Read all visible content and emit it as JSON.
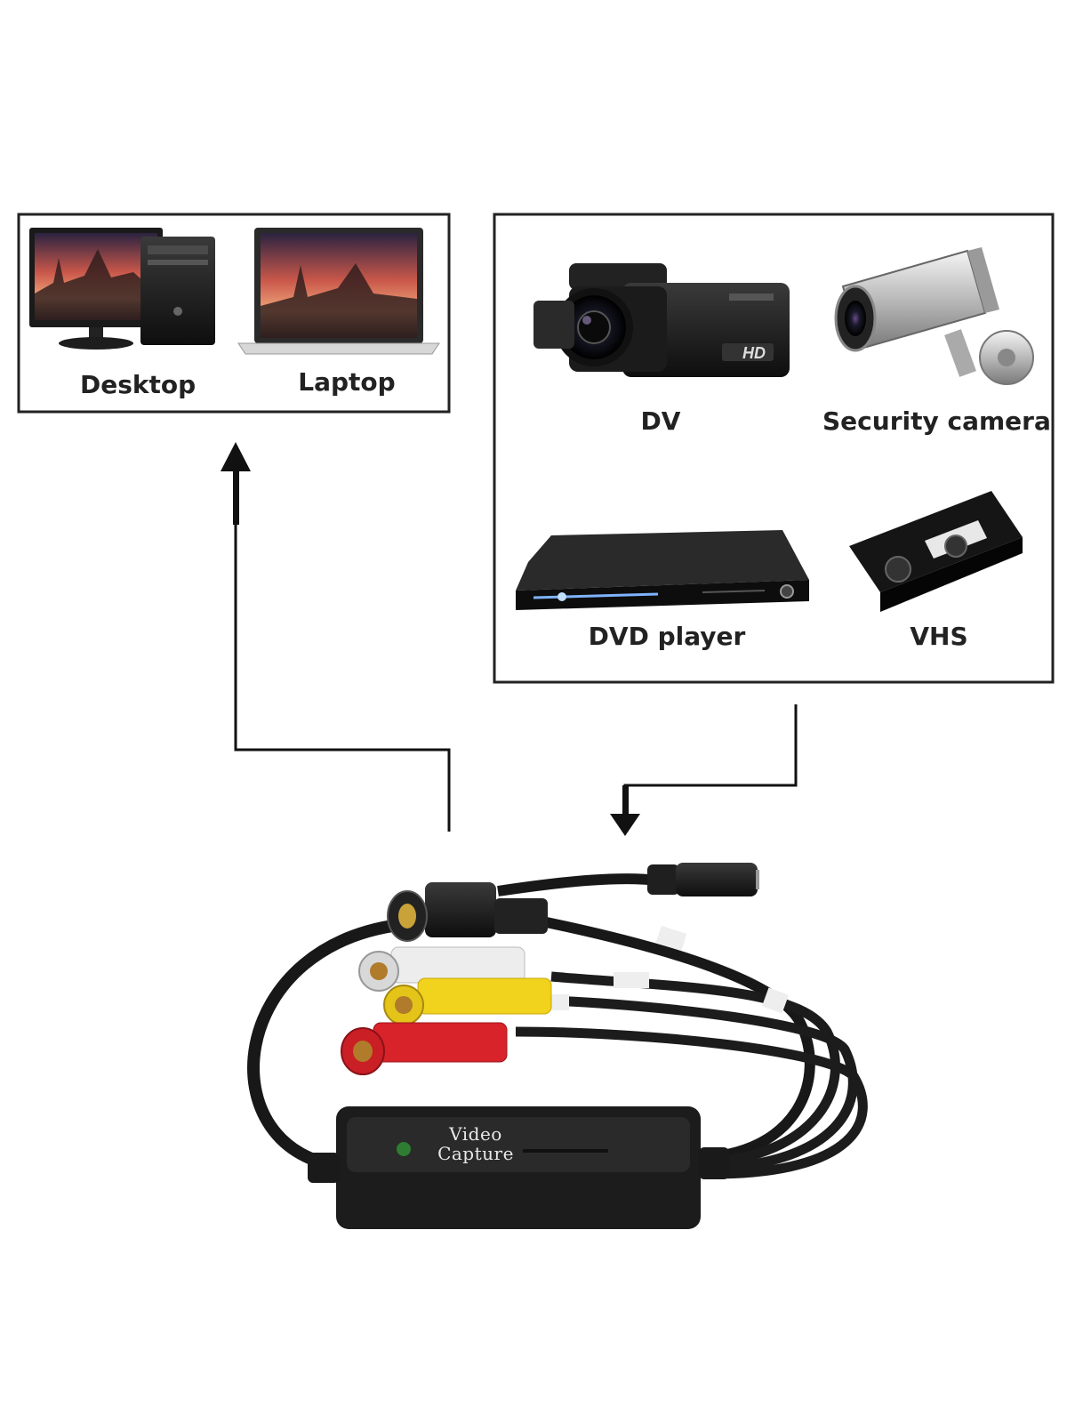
{
  "computers": {
    "desktop_label": "Desktop",
    "laptop_label": "Laptop"
  },
  "sources": {
    "dv_label": "DV",
    "security_camera_label": "Security camera",
    "dvd_player_label": "DVD player",
    "vhs_label": "VHS"
  },
  "device": {
    "line1": "Video",
    "line2": "Capture",
    "camcorder_badge": "HD"
  },
  "colors": {
    "frame": "#222222",
    "arrow": "#111111",
    "device_body": "#1c1c1c",
    "rca_white": "#eeeeee",
    "rca_yellow": "#f1d21c",
    "rca_red": "#d8232a",
    "led": "#2e7d32"
  }
}
